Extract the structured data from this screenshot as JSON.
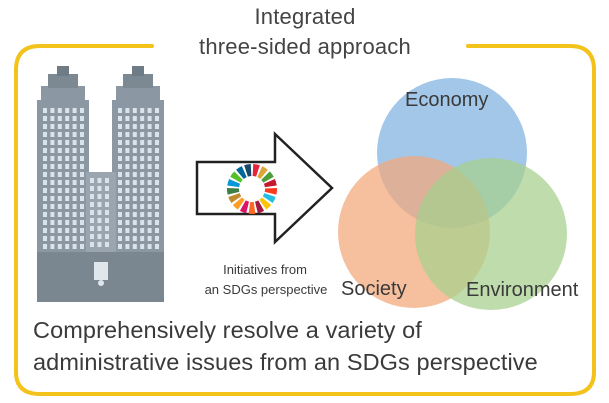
{
  "title": {
    "line1": "Integrated",
    "line2": "three-sided approach"
  },
  "venn": {
    "circles": [
      {
        "label": "Economy",
        "color": "#8fbbe3"
      },
      {
        "label": "Society",
        "color": "#f2a77a"
      },
      {
        "label": "Environment",
        "color": "#a6d08c"
      }
    ]
  },
  "arrow_note": {
    "line1": "Initiatives from",
    "line2": "an SDGs perspective"
  },
  "footer": {
    "line1": "Comprehensively resolve a variety of",
    "line2": "administrative issues from an SDGs perspective"
  },
  "colors": {
    "frame": "#f3c21b",
    "building": "#7f8c97",
    "sdg_wheel": [
      "#e5243b",
      "#dda63a",
      "#4c9f38",
      "#c5192d",
      "#ff3a21",
      "#26bde2",
      "#fcc30b",
      "#a21942",
      "#fd6925",
      "#dd1367",
      "#fd9d24",
      "#bf8b2e",
      "#3f7e44",
      "#0a97d9",
      "#56c02b",
      "#00689d",
      "#19486a"
    ]
  }
}
